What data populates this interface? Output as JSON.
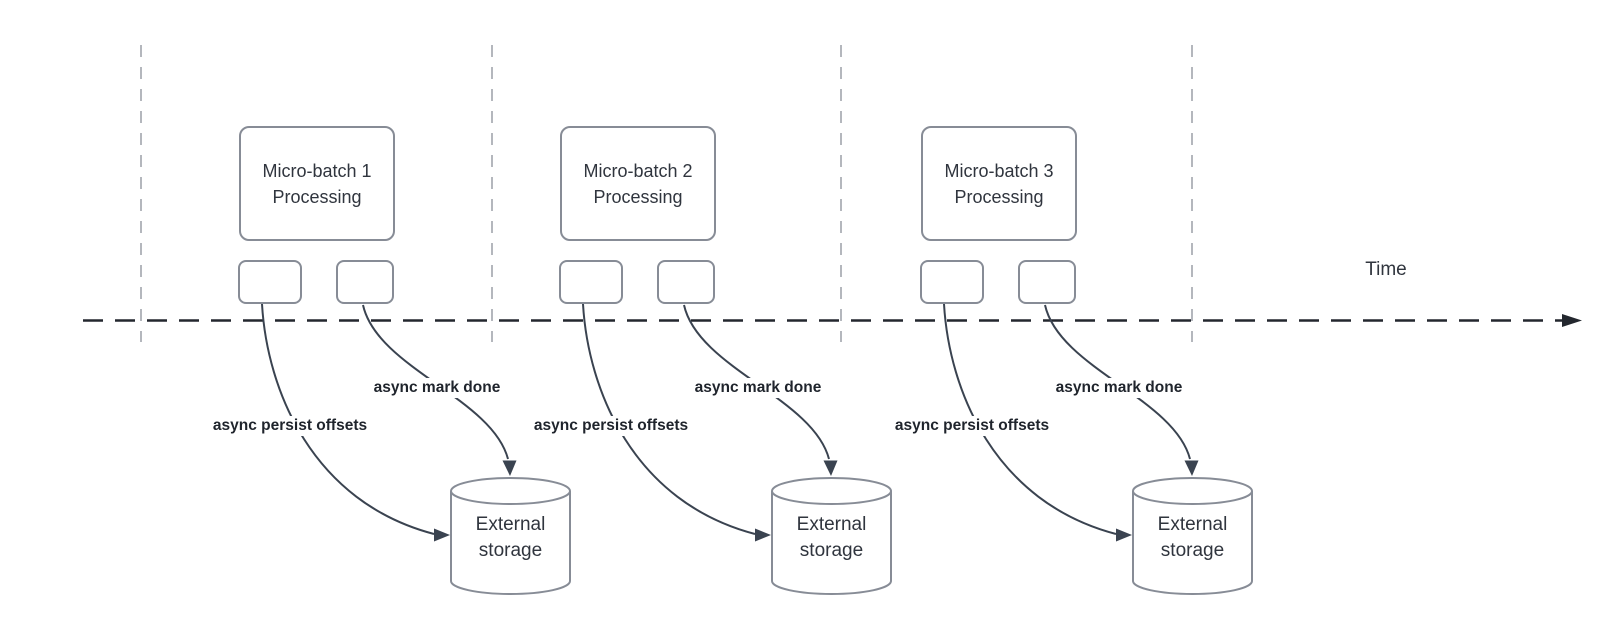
{
  "diagram": {
    "time_axis_label": "Time",
    "batches": [
      {
        "box_label": "Micro-batch 1\nProcessing",
        "persist_arrow_label": "async persist offsets",
        "mark_done_arrow_label": "async mark done",
        "storage_label": "External\nstorage"
      },
      {
        "box_label": "Micro-batch 2\nProcessing",
        "persist_arrow_label": "async persist offsets",
        "mark_done_arrow_label": "async mark done",
        "storage_label": "External\nstorage"
      },
      {
        "box_label": "Micro-batch 3\nProcessing",
        "persist_arrow_label": "async persist offsets",
        "mark_done_arrow_label": "async mark done",
        "storage_label": "External\nstorage"
      }
    ]
  },
  "colors": {
    "background": "#ffffff",
    "shape_stroke": "#878c96",
    "connector": "#3a4350",
    "timeline": "#23272e",
    "boundary_line": "#b4b7bd",
    "text": "#30353e",
    "label_text": "#1f242c"
  }
}
